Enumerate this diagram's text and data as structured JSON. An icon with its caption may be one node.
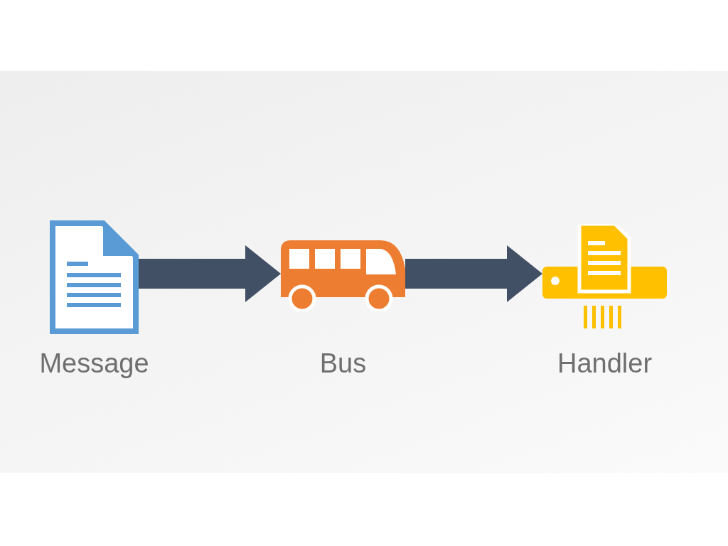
{
  "diagram": {
    "nodes": [
      {
        "text": [
          "Message"
        ]
      },
      {
        "text": [
          "Bus"
        ]
      },
      {
        "text": [
          "Handler"
        ]
      }
    ],
    "edges": [
      {
        "from": 0,
        "to": 1,
        "arrow": "to"
      },
      {
        "from": 1,
        "to": 2,
        "arrow": "to"
      }
    ]
  }
}
